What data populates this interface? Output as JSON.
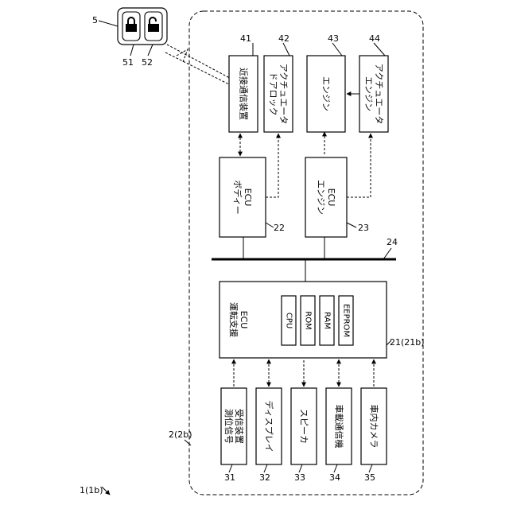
{
  "system_label": "1(1b)",
  "vehicle_label": "2(2b)",
  "bus_label": "24",
  "key": {
    "label": "5",
    "lock_label": "51",
    "unlock_label": "52",
    "lock_icon": "lock-icon",
    "unlock_icon": "unlock-icon"
  },
  "top_row": [
    {
      "ref": "41",
      "name": "近接通信装置"
    },
    {
      "ref": "42",
      "name": "ドアロック\nアクチュエータ"
    },
    {
      "ref": "43",
      "name": "エンジン"
    },
    {
      "ref": "44",
      "name": "エンジン\nアクチュエータ"
    }
  ],
  "body_ecu": {
    "ref": "22",
    "name": "ボディー\nECU"
  },
  "engine_ecu": {
    "ref": "23",
    "name": "エンジン\nECU"
  },
  "assist_ecu": {
    "ref": "21(21b)",
    "name": "運転支援\nECU",
    "parts": [
      "CPU",
      "ROM",
      "RAM",
      "EEPROM"
    ]
  },
  "bottom_row": [
    {
      "ref": "31",
      "name": "測位信号\n受信装置"
    },
    {
      "ref": "32",
      "name": "ディスプレイ"
    },
    {
      "ref": "33",
      "name": "スピーカ"
    },
    {
      "ref": "34",
      "name": "車載通信機"
    },
    {
      "ref": "35",
      "name": "車内カメラ"
    }
  ]
}
